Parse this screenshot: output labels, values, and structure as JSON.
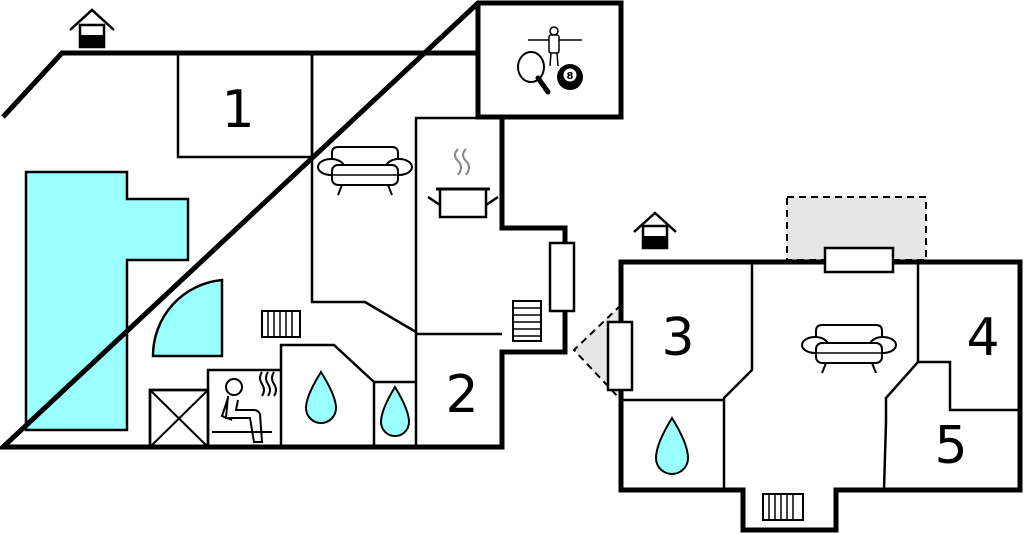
{
  "floorplan": {
    "colors": {
      "wall": "#000000",
      "pool": "#99ffff",
      "terrace": "#e6e6e6",
      "water": "#99ffff",
      "background": "#ffffff"
    },
    "rooms": [
      {
        "id": "room-1",
        "label": "1"
      },
      {
        "id": "room-2",
        "label": "2"
      },
      {
        "id": "room-3",
        "label": "3"
      },
      {
        "id": "room-4",
        "label": "4"
      },
      {
        "id": "room-5",
        "label": "5"
      }
    ],
    "icons": [
      "entrance-icon",
      "table-tennis-icon",
      "table-football-icon",
      "billiards-icon",
      "sofa-icon",
      "kitchen-icon",
      "radiator-icon",
      "fireplace-icon",
      "shower-icon",
      "sauna-icon",
      "storage-icon",
      "pool-icon",
      "whirlpool-icon"
    ],
    "billiard_ball_number": "8"
  }
}
